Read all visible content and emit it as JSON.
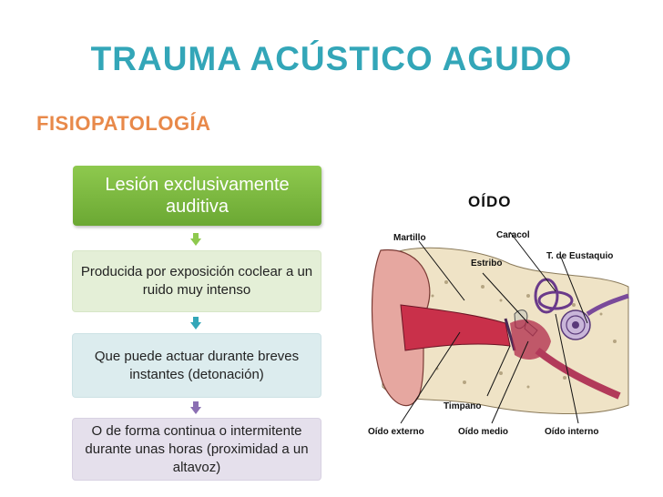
{
  "slide": {
    "title": "TRAUMA ACÚSTICO AGUDO",
    "subtitle": "FISIOPATOLOGÍA"
  },
  "flow": {
    "step1": "Lesión exclusivamente auditiva",
    "step2": "Producida por exposición coclear a un ruido muy intenso",
    "step3": "Que puede actuar durante breves instantes (detonación)",
    "step4": "O de forma continua o intermitente durante unas horas (proximidad a un altavoz)",
    "arrow_colors": [
      "#8ec94e",
      "#33a6b8",
      "#8b6fb3"
    ]
  },
  "diagram": {
    "title": "OÍDO",
    "labels": {
      "martillo": "Martillo",
      "caracol": "Caracol",
      "estribo": "Estribo",
      "eustaquio": "T. de Eustaquio",
      "timpano": "Timpano",
      "oido_externo": "Oído externo",
      "oido_medio": "Oído medio",
      "oido_interno": "Oído interno"
    }
  }
}
